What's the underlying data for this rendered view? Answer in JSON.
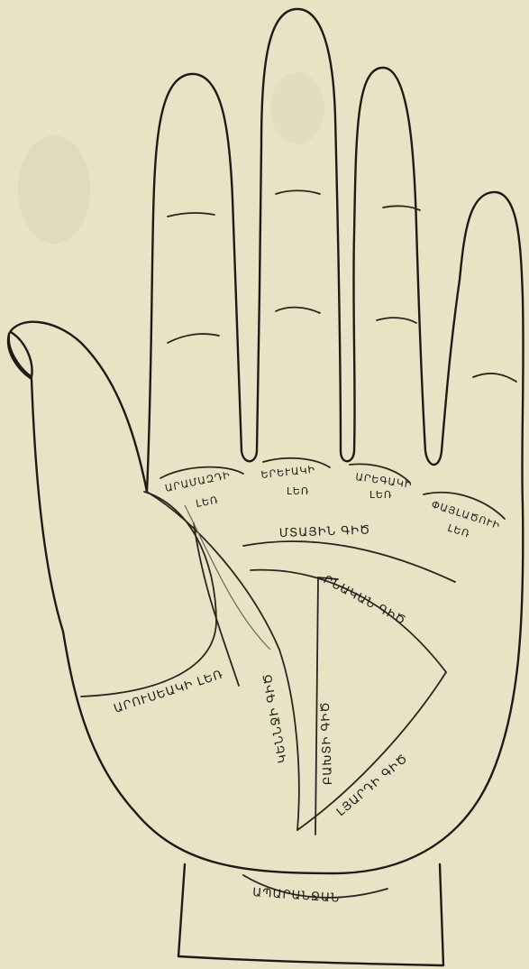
{
  "colors": {
    "paper": "#e9e3c6",
    "ink": "#1e1a16"
  },
  "mounts": {
    "jupiter": {
      "line1": "ԱՐԱՄԱԶԴԻ",
      "line2": "ԼԵՌ"
    },
    "saturn": {
      "line1": "ԵՐԵՒԱԿԻ",
      "line2": "ԼԵՌ"
    },
    "apollo": {
      "line1": "ԱՐԵԳԱԿԻ",
      "line2": "ԼԵՌ"
    },
    "mercury": {
      "line1": "ՓԱՅԼԱԾՈՒԻ",
      "line2": "ԼԵՌ"
    },
    "venus": {
      "label": "ԱՐՈՒՍԵԱԿԻ ԼԵՌ"
    }
  },
  "lines": {
    "head": "ՄՏԱՅԻՆ ԳԻԾ",
    "heart": "ՐՆԱԿԱՆ ԳԻԾ",
    "life": "ԿԵՆՆՋԻ ԳԻԾ",
    "fate": "ԲԱԽՏԻ ԳԻԾ",
    "liver": "ԼՅԱՐԴԻ ԳԻԾ"
  },
  "wrist": {
    "label": "ԱՊԱՐԱՆՋԱՆ"
  }
}
